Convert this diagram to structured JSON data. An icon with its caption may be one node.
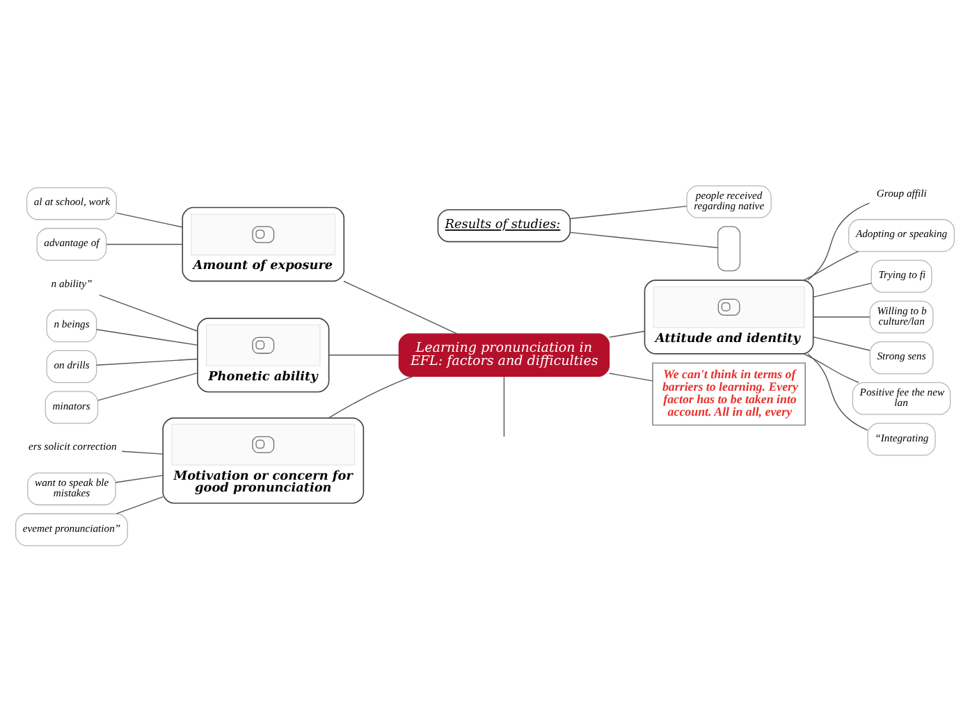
{
  "diagram": {
    "nodes": [
      {
        "text": [
          "Learning pronunciation in EFL: factors and difficulties"
        ]
      },
      {
        "text": [
          "Amount of exposure"
        ]
      },
      {
        "text": [
          "al at school, work"
        ]
      },
      {
        "text": [
          "advantage of"
        ]
      },
      {
        "text": [
          "Phonetic ability"
        ]
      },
      {
        "text": [
          "n ability”"
        ]
      },
      {
        "text": [
          "n beings"
        ]
      },
      {
        "text": [
          "on drills"
        ]
      },
      {
        "text": [
          "minators"
        ]
      },
      {
        "text": [
          "Motivation or concern for good pronunciation"
        ]
      },
      {
        "text": [
          "ers solicit correction"
        ]
      },
      {
        "text": [
          "want to speak ble mistakes"
        ]
      },
      {
        "text": [
          "evemet pronunciation”"
        ]
      },
      {
        "text": [
          "Results of studies:"
        ]
      },
      {
        "text": [
          "people received regarding native"
        ]
      },
      {
        "text": [],
        "shape": "box"
      },
      {
        "text": [
          "Attitude and identity"
        ]
      },
      {
        "text": [
          "Group affili"
        ]
      },
      {
        "text": [
          "Adopting or speaking"
        ]
      },
      {
        "text": [
          "Trying to fi"
        ]
      },
      {
        "text": [
          "Willing to b culture/lan"
        ]
      },
      {
        "text": [
          "Strong sens"
        ]
      },
      {
        "text": [
          "Positive fee the new lan"
        ]
      },
      {
        "text": [
          "“Integrating"
        ]
      },
      {
        "text": [
          "We can't think in terms of barriers to learning. Every factor has to be taken into account. All in all, every"
        ]
      }
    ],
    "edges": [
      {
        "from": 0,
        "to": null,
        "arrow": "none"
      },
      {
        "from": 2,
        "to": 1,
        "arrow": "none"
      },
      {
        "from": 3,
        "to": 1,
        "arrow": "none"
      },
      {
        "from": 1,
        "to": 0,
        "arrow": "none"
      },
      {
        "from": 5,
        "to": 4,
        "arrow": "none"
      },
      {
        "from": 6,
        "to": 4,
        "arrow": "none"
      },
      {
        "from": 7,
        "to": 4,
        "arrow": "none"
      },
      {
        "from": 8,
        "to": 4,
        "arrow": "none"
      },
      {
        "from": 4,
        "to": 0,
        "arrow": "none"
      },
      {
        "from": 10,
        "to": 9,
        "arrow": "none"
      },
      {
        "from": 11,
        "to": 9,
        "arrow": "none"
      },
      {
        "from": 12,
        "to": 9,
        "arrow": "none"
      },
      {
        "from": 9,
        "to": 0,
        "arrow": "none"
      },
      {
        "from": 13,
        "to": 14,
        "arrow": "none"
      },
      {
        "from": 13,
        "to": 15,
        "arrow": "none"
      },
      {
        "from": 0,
        "to": 16,
        "arrow": "none"
      },
      {
        "from": 16,
        "to": 17,
        "arrow": "none"
      },
      {
        "from": 16,
        "to": 18,
        "arrow": "none"
      },
      {
        "from": 16,
        "to": 19,
        "arrow": "none"
      },
      {
        "from": 16,
        "to": 20,
        "arrow": "none"
      },
      {
        "from": 16,
        "to": 21,
        "arrow": "none"
      },
      {
        "from": 16,
        "to": 22,
        "arrow": "none"
      },
      {
        "from": 16,
        "to": 23,
        "arrow": "none"
      },
      {
        "from": 0,
        "to": 24,
        "arrow": "none"
      }
    ]
  }
}
